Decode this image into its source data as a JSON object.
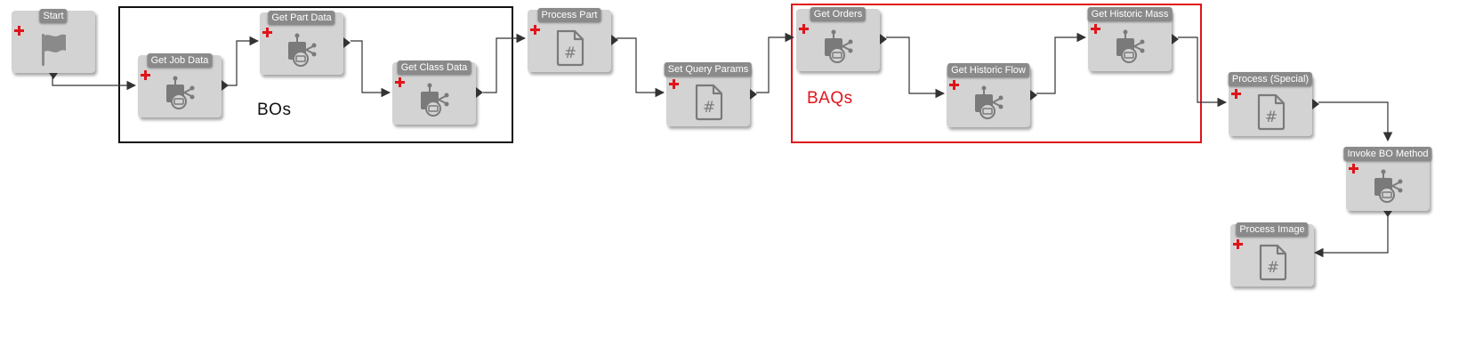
{
  "groups": {
    "bos": {
      "label": "BOs",
      "color": "#111111"
    },
    "baqs": {
      "label": "BAQs",
      "color": "#e0141a"
    }
  },
  "nodes": {
    "start": {
      "title": "Start",
      "icon": "flag-icon"
    },
    "get_job_data": {
      "title": "Get Job Data",
      "icon": "business-object-icon"
    },
    "get_part_data": {
      "title": "Get Part Data",
      "icon": "business-object-icon"
    },
    "get_class_data": {
      "title": "Get Class Data",
      "icon": "business-object-icon"
    },
    "process_part": {
      "title": "Process Part",
      "icon": "script-file-icon"
    },
    "set_query_params": {
      "title": "Set Query Params",
      "icon": "script-file-icon"
    },
    "get_orders": {
      "title": "Get Orders",
      "icon": "business-object-icon"
    },
    "get_historic_flow": {
      "title": "Get Historic Flow",
      "icon": "business-object-icon"
    },
    "get_historic_mass": {
      "title": "Get Historic Mass",
      "icon": "business-object-icon"
    },
    "process_special": {
      "title": "Process (Special)",
      "icon": "script-file-icon"
    },
    "invoke_bo_method": {
      "title": "Invoke BO Method",
      "icon": "business-object-icon"
    },
    "process_image": {
      "title": "Process Image",
      "icon": "script-file-icon"
    }
  },
  "connections": [
    [
      "start",
      "get_job_data"
    ],
    [
      "get_job_data",
      "get_part_data"
    ],
    [
      "get_part_data",
      "get_class_data"
    ],
    [
      "get_class_data",
      "process_part"
    ],
    [
      "process_part",
      "set_query_params"
    ],
    [
      "set_query_params",
      "get_orders"
    ],
    [
      "get_orders",
      "get_historic_flow"
    ],
    [
      "get_historic_flow",
      "get_historic_mass"
    ],
    [
      "get_historic_mass",
      "process_special"
    ],
    [
      "process_special",
      "invoke_bo_method"
    ],
    [
      "invoke_bo_method",
      "process_image"
    ]
  ],
  "colors": {
    "node_body": "#d3d3d3",
    "node_title": "#8a8a8a",
    "add_marker": "#e0141a",
    "wire": "#333333"
  }
}
